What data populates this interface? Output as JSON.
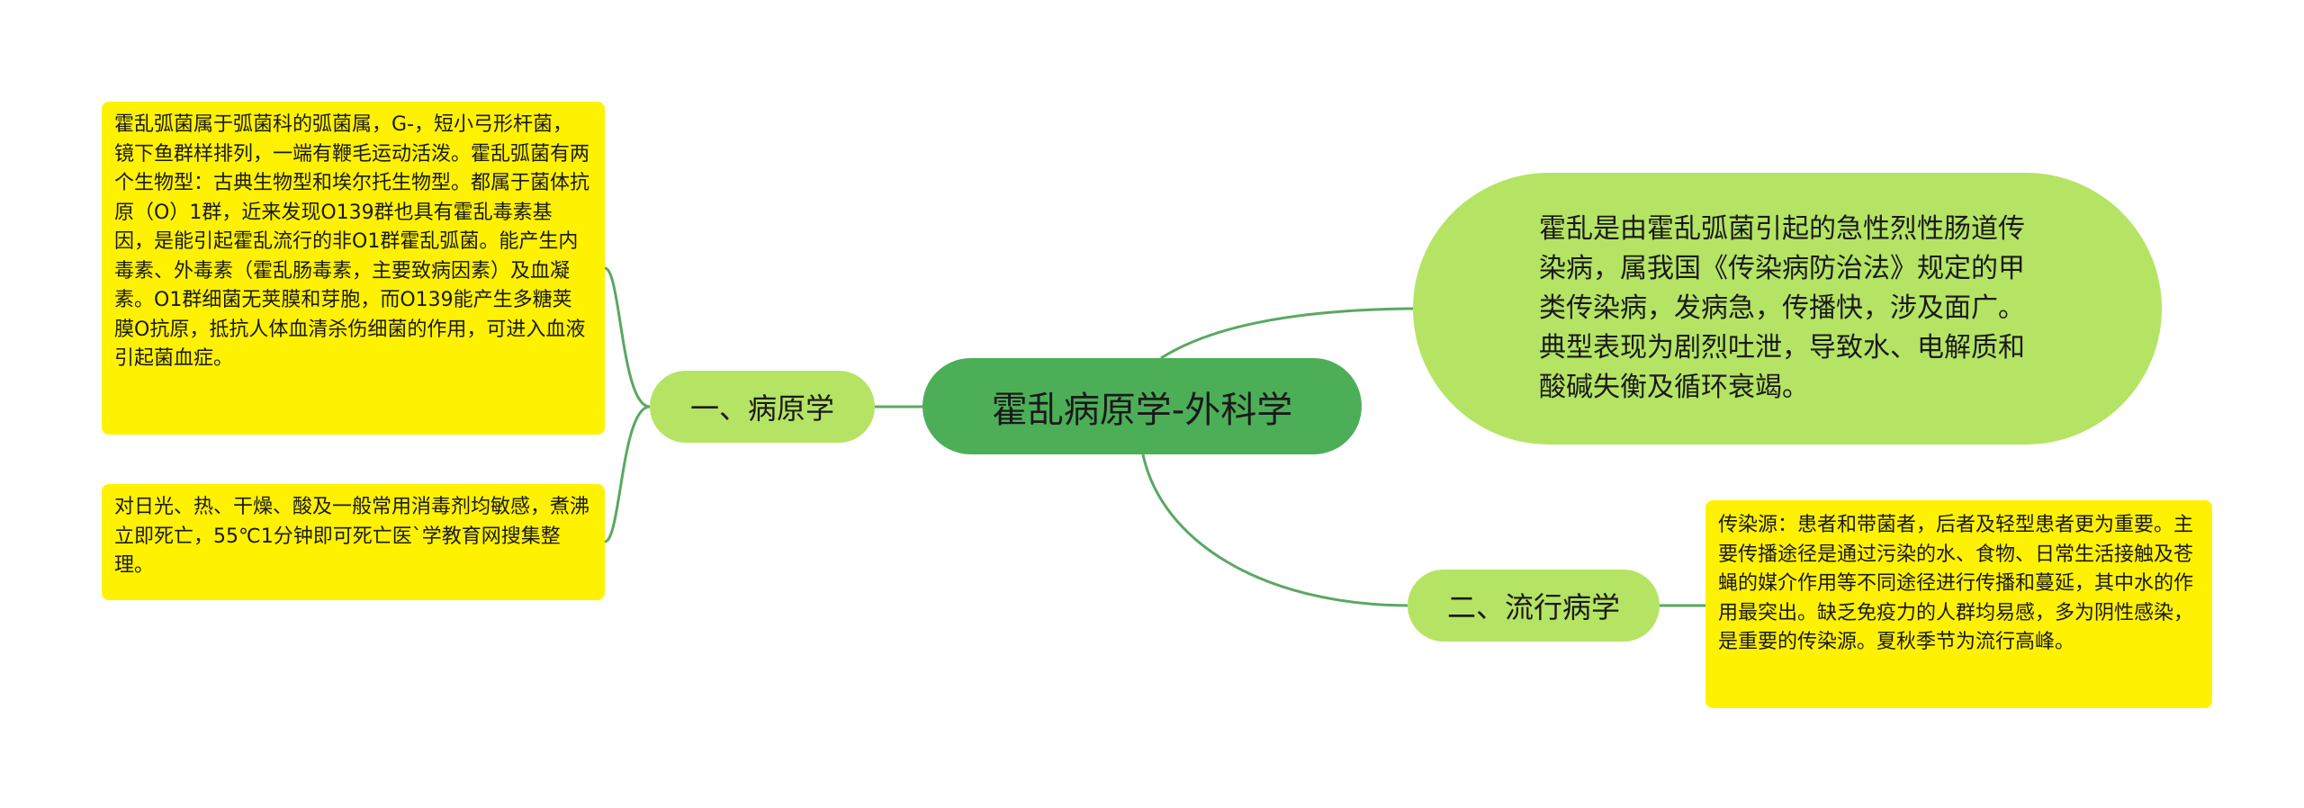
{
  "root": {
    "label": "霍乱病原学-外科学"
  },
  "definition": {
    "text": "霍乱是由霍乱弧菌引起的急性烈性肠道传染病，属我国《传染病防治法》规定的甲类传染病，发病急，传播快，涉及面广。典型表现为剧烈吐泄，导致水、电解质和酸碱失衡及循环衰竭。"
  },
  "branches": [
    {
      "label": "一、病原学",
      "notes": [
        "霍乱弧菌属于弧菌科的弧菌属，G-，短小弓形杆菌，镜下鱼群样排列，一端有鞭毛运动活泼。霍乱弧菌有两个生物型：古典生物型和埃尔托生物型。都属于菌体抗原（O）1群，近来发现O139群也具有霍乱毒素基因，是能引起霍乱流行的非O1群霍乱弧菌。能产生内毒素、外毒素（霍乱肠毒素，主要致病因素）及血凝素。O1群细菌无荚膜和芽胞，而O139能产生多糖荚膜O抗原，抵抗人体血清杀伤细菌的作用，可进入血液引起菌血症。",
        "对日光、热、干燥、酸及一般常用消毒剂均敏感，煮沸立即死亡，55℃1分钟即可死亡医`学教育网搜集整理。"
      ]
    },
    {
      "label": "二、流行病学",
      "notes": [
        "传染源：患者和带菌者，后者及轻型患者更为重要。主要传播途径是通过污染的水、食物、日常生活接触及苍蝇的媒介作用等不同途径进行传播和蔓延，其中水的作用最突出。缺乏免疫力的人群均易感，多为阴性感染，是重要的传染源。夏秋季节为流行高峰。"
      ]
    }
  ],
  "colors": {
    "root_fill": "#4caf58",
    "branch_fill": "#b5e464",
    "note_fill": "#fff200",
    "connector": "#5aa862"
  }
}
